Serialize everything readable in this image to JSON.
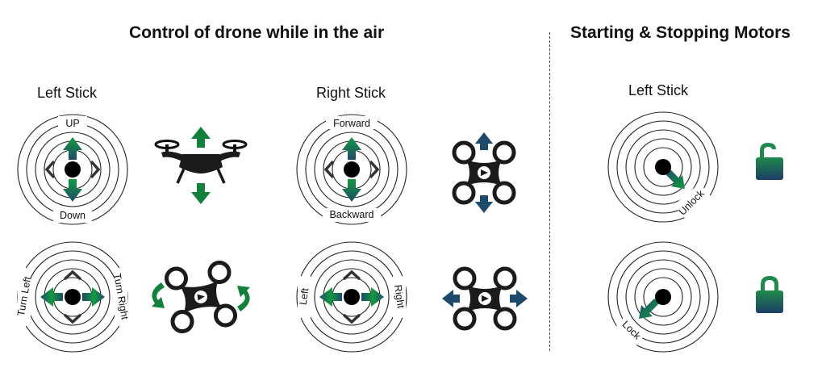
{
  "sections": {
    "flight_title": "Control of drone while in the air",
    "motors_title": "Starting & Stopping Motors"
  },
  "sticks": {
    "flight_left": "Left Stick",
    "flight_right": "Right Stick",
    "motors_left": "Left Stick"
  },
  "dials": {
    "left_up": "UP",
    "left_down": "Down",
    "right_forward": "Forward",
    "right_backward": "Backward",
    "turn_left": "Turn Left",
    "turn_right": "Turn Right",
    "left": "Left",
    "right": "Right",
    "unlock": "Unlock",
    "lock": "Lock"
  },
  "icons": {
    "unlocked": "padlock-open-icon",
    "locked": "padlock-closed-icon",
    "drone_side": "drone-side-view-icon",
    "drone_top": "drone-top-view-icon"
  },
  "colors": {
    "arrow_green": "#12803a",
    "arrow_dark": "#1d4a6a",
    "padlock_green": "#1f8a4c",
    "padlock_navy": "#1c3d66",
    "drone_body": "#1b1b1b"
  }
}
